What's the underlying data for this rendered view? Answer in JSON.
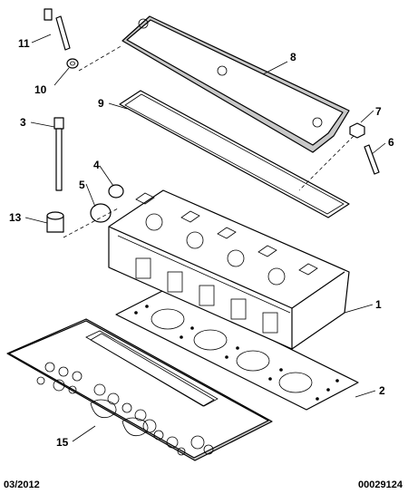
{
  "diagram": {
    "callouts": [
      {
        "id": "11",
        "label": "11"
      },
      {
        "id": "10",
        "label": "10"
      },
      {
        "id": "8",
        "label": "8"
      },
      {
        "id": "9",
        "label": "9"
      },
      {
        "id": "7",
        "label": "7"
      },
      {
        "id": "3",
        "label": "3"
      },
      {
        "id": "6",
        "label": "6"
      },
      {
        "id": "4",
        "label": "4"
      },
      {
        "id": "5",
        "label": "5"
      },
      {
        "id": "13",
        "label": "13"
      },
      {
        "id": "1",
        "label": "1"
      },
      {
        "id": "2",
        "label": "2"
      },
      {
        "id": "15",
        "label": "15"
      }
    ]
  },
  "footer": {
    "date": "03/2012",
    "reference": "00029124"
  },
  "colors": {
    "line": "#000000",
    "fill": "#ffffff",
    "shade": "#c8c8c8"
  }
}
